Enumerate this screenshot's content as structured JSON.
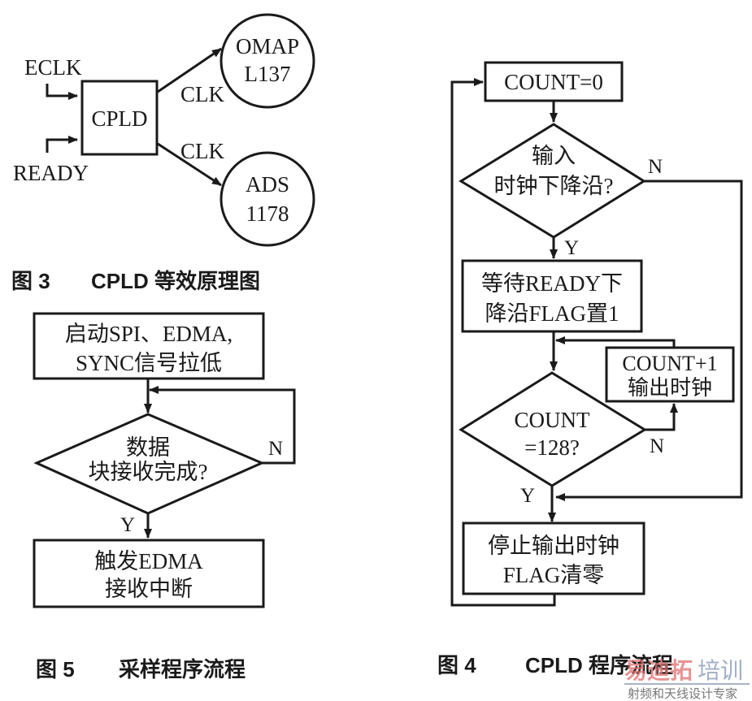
{
  "fig3": {
    "inputs": [
      "ECLK",
      "READY"
    ],
    "center_block": "CPLD",
    "edge_label_top": "CLK",
    "edge_label_bottom": "CLK",
    "node_top": [
      "OMAP",
      "L137"
    ],
    "node_bottom": [
      "ADS",
      "1178"
    ],
    "caption_number": "图 3",
    "caption_text": "CPLD 等效原理图"
  },
  "fig5": {
    "start_box": [
      "启动SPI、EDMA,",
      "SYNC信号拉低"
    ],
    "decision": [
      "数据",
      "块接收完成?"
    ],
    "no_label": "N",
    "yes_label": "Y",
    "end_box": [
      "触发EDMA",
      "接收中断"
    ],
    "caption_number": "图 5",
    "caption_text": "采样程序流程"
  },
  "fig4": {
    "init_box": "COUNT=0",
    "decision1": [
      "输入",
      "时钟下降沿?"
    ],
    "decision1_no": "N",
    "decision1_yes": "Y",
    "wait_box": [
      "等待READY下",
      "降沿FLAG置1"
    ],
    "increment_box": [
      "COUNT+1",
      "输出时钟"
    ],
    "decision2": [
      "COUNT",
      "=128?"
    ],
    "decision2_no": "N",
    "decision2_yes": "Y",
    "stop_box": [
      "停止输出时钟",
      "FLAG清零"
    ],
    "caption_number": "图 4",
    "caption_text": "CPLD 程序流程"
  },
  "watermark": {
    "brand_red": "易迪拓",
    "brand_blue": "培训",
    "tagline": "射频和天线设计专家"
  }
}
